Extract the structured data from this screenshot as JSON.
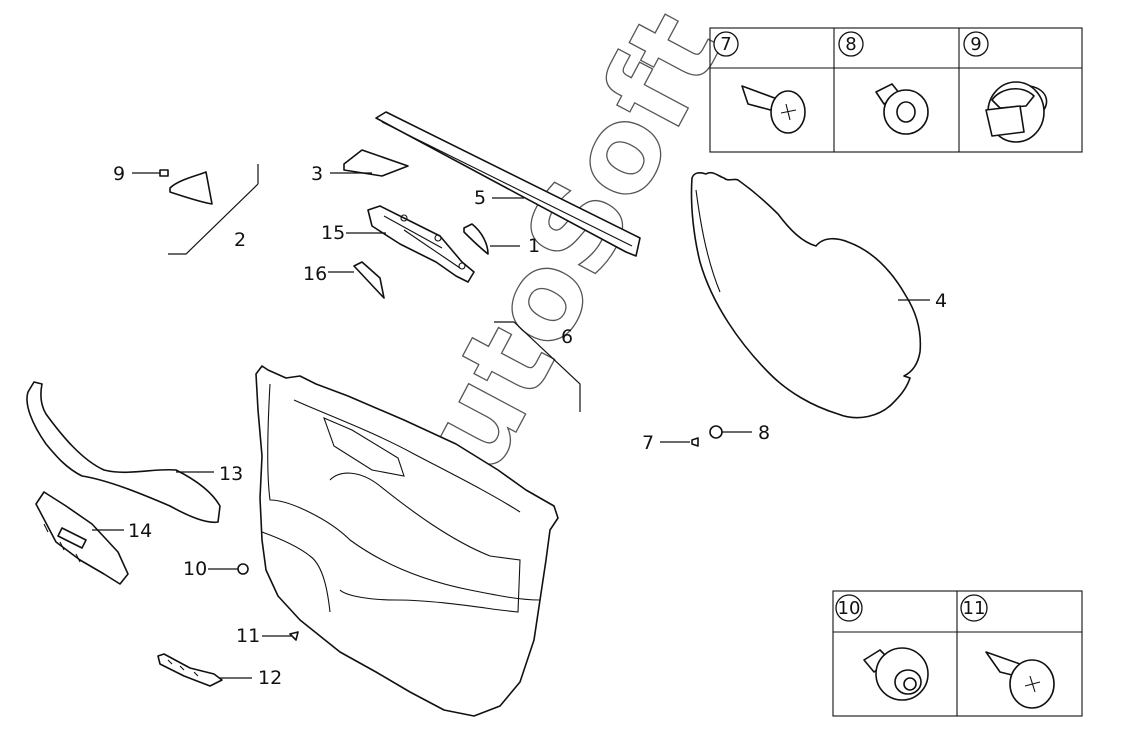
{
  "diagram": {
    "watermark": "AutoSoft",
    "callouts": {
      "c1": "1",
      "c2": "2",
      "c3": "3",
      "c4": "4",
      "c5": "5",
      "c6": "6",
      "c7": "7",
      "c8": "8",
      "c9": "9",
      "c10": "10",
      "c11": "11",
      "c12": "12",
      "c13": "13",
      "c14": "14",
      "c15": "15",
      "c16": "16"
    },
    "fastener_table_top": {
      "headers": [
        "7",
        "8",
        "9"
      ]
    },
    "fastener_table_bottom": {
      "headers": [
        "10",
        "11"
      ]
    }
  }
}
